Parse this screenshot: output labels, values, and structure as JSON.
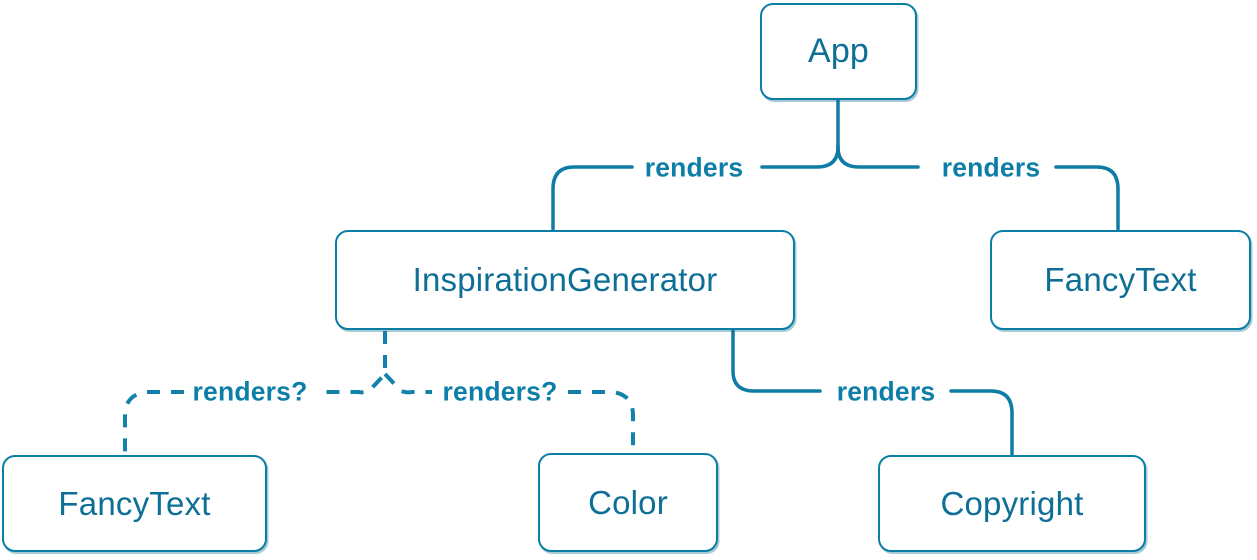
{
  "diagram_type": "component-render-tree",
  "colors": {
    "accent": "#087ea4",
    "node_background": "#ffffff",
    "node_border": "#0b7ea6",
    "node_text": "#0e6f96",
    "edge_label_text": "#0d7ea8",
    "page_background": "#ffffff"
  },
  "nodes": [
    {
      "id": "app",
      "label": "App"
    },
    {
      "id": "inspiration-generator",
      "label": "InspirationGenerator"
    },
    {
      "id": "fancy-text-top",
      "label": "FancyText"
    },
    {
      "id": "fancy-text-bottom",
      "label": "FancyText"
    },
    {
      "id": "color",
      "label": "Color"
    },
    {
      "id": "copyright",
      "label": "Copyright"
    }
  ],
  "edges": [
    {
      "from": "App",
      "to": "InspirationGenerator",
      "label": "renders",
      "style": "solid"
    },
    {
      "from": "App",
      "to": "FancyText",
      "label": "renders",
      "style": "solid"
    },
    {
      "from": "InspirationGenerator",
      "to": "FancyText",
      "label": "renders?",
      "style": "dashed"
    },
    {
      "from": "InspirationGenerator",
      "to": "Color",
      "label": "renders?",
      "style": "dashed"
    },
    {
      "from": "InspirationGenerator",
      "to": "Copyright",
      "label": "renders",
      "style": "solid"
    }
  ]
}
